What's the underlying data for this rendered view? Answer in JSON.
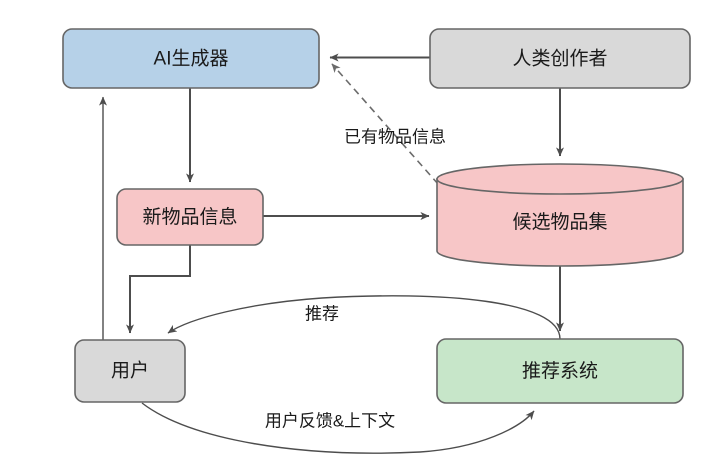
{
  "diagram": {
    "title": "AI-generated content recommendation loop",
    "nodes": [
      {
        "id": "ai_generator",
        "label": "AI生成器",
        "shape": "rounded-rect",
        "color": "#b6d1e8"
      },
      {
        "id": "human_creator",
        "label": "人类创作者",
        "shape": "rounded-rect",
        "color": "#d9d9d9"
      },
      {
        "id": "new_item_info",
        "label": "新物品信息",
        "shape": "rounded-rect",
        "color": "#f7c6c7"
      },
      {
        "id": "candidate_set",
        "label": "候选物品集",
        "shape": "cylinder",
        "color": "#f7c6c7"
      },
      {
        "id": "user",
        "label": "用户",
        "shape": "rounded-rect",
        "color": "#d9d9d9"
      },
      {
        "id": "rec_system",
        "label": "推荐系统",
        "shape": "rounded-rect",
        "color": "#c7e6c9"
      }
    ],
    "edges": [
      {
        "id": "e_human_to_ai",
        "from": "human_creator",
        "to": "ai_generator",
        "label": "",
        "style": "solid"
      },
      {
        "id": "e_candidate_to_ai",
        "from": "candidate_set",
        "to": "ai_generator",
        "label": "已有物品信息",
        "style": "dashed"
      },
      {
        "id": "e_ai_to_newitem",
        "from": "ai_generator",
        "to": "new_item_info",
        "label": "",
        "style": "solid"
      },
      {
        "id": "e_human_to_candidate",
        "from": "human_creator",
        "to": "candidate_set",
        "label": "",
        "style": "solid"
      },
      {
        "id": "e_newitem_to_candidate",
        "from": "new_item_info",
        "to": "candidate_set",
        "label": "",
        "style": "solid"
      },
      {
        "id": "e_newitem_to_user",
        "from": "new_item_info",
        "to": "user",
        "label": "",
        "style": "solid"
      },
      {
        "id": "e_user_to_ai",
        "from": "user",
        "to": "ai_generator",
        "label": "",
        "style": "solid"
      },
      {
        "id": "e_candidate_to_rec",
        "from": "candidate_set",
        "to": "rec_system",
        "label": "",
        "style": "solid"
      },
      {
        "id": "e_rec_to_user",
        "from": "rec_system",
        "to": "user",
        "label": "推荐",
        "style": "curved"
      },
      {
        "id": "e_user_to_rec",
        "from": "user",
        "to": "rec_system",
        "label": "用户反馈&上下文",
        "style": "curved"
      }
    ],
    "labels": {
      "existing_item_info": "已有物品信息",
      "recommend": "推荐",
      "user_feedback_context": "用户反馈&上下文"
    }
  }
}
